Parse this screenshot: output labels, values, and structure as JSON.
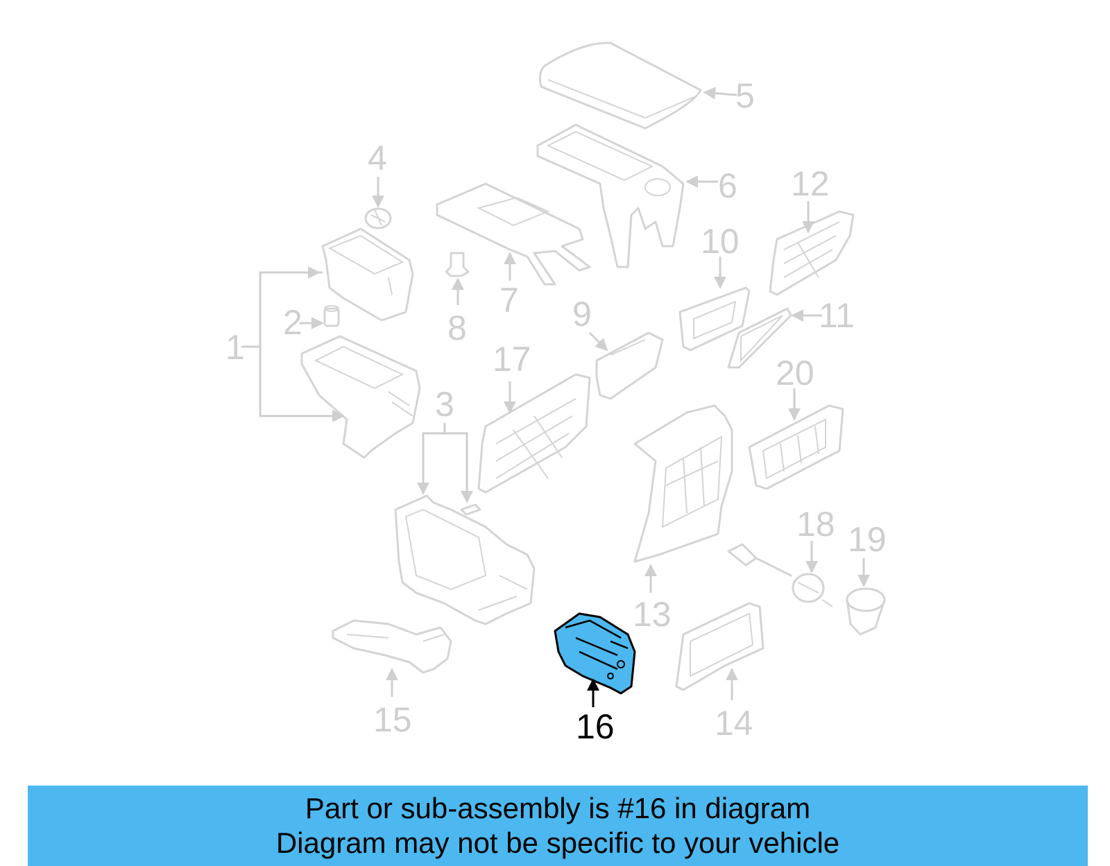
{
  "callouts": {
    "c1": "1",
    "c2": "2",
    "c3": "3",
    "c4": "4",
    "c5": "5",
    "c6": "6",
    "c7": "7",
    "c8": "8",
    "c9": "9",
    "c10": "10",
    "c11": "11",
    "c12": "12",
    "c13": "13",
    "c14": "14",
    "c15": "15",
    "c16": "16",
    "c17": "17",
    "c18": "18",
    "c19": "19",
    "c20": "20"
  },
  "highlighted_part": "16",
  "colors": {
    "highlight_fill": "#4cb8ef",
    "ghost_stroke": "#d4d4d4",
    "banner_bg": "#4cb8ef"
  },
  "banner": {
    "line1": "Part or sub-assembly is #16 in diagram",
    "line2": "Diagram may not be specific to your vehicle"
  }
}
